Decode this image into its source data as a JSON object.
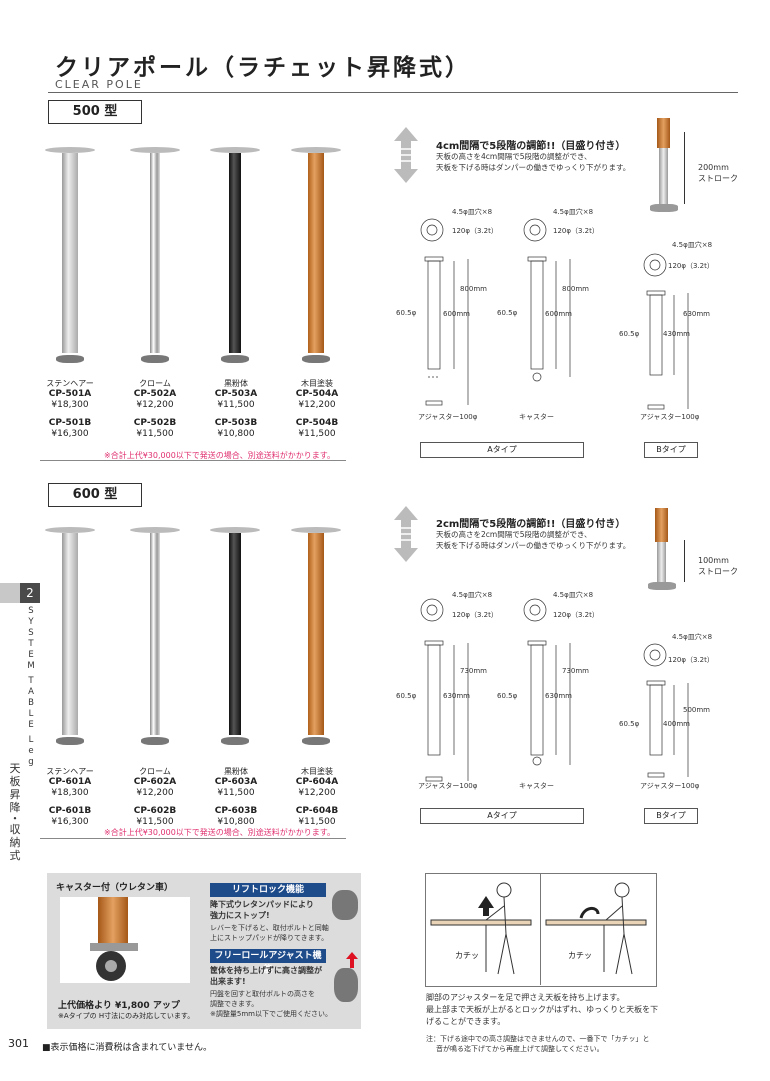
{
  "header": {
    "title": "クリアポール（ラチェット昇降式）",
    "subtitle": "CLEAR POLE"
  },
  "sections": [
    {
      "type_label": "500 型",
      "products": [
        {
          "finish": "ステンヘアー",
          "code_a": "CP-501A",
          "price_a": "¥18,300",
          "code_b": "CP-501B",
          "price_b": "¥16,300"
        },
        {
          "finish": "クローム",
          "code_a": "CP-502A",
          "price_a": "¥12,200",
          "code_b": "CP-502B",
          "price_b": "¥11,500"
        },
        {
          "finish": "黒粉体",
          "code_a": "CP-503A",
          "price_a": "¥11,500",
          "code_b": "CP-503B",
          "price_b": "¥10,800"
        },
        {
          "finish": "木目塗装",
          "code_a": "CP-504A",
          "price_a": "¥12,200",
          "code_b": "CP-504B",
          "price_b": "¥11,500"
        }
      ],
      "notice": "※合計上代¥30,000以下で発送の場合、別途送料がかかります。",
      "adjust_title": "4cm間隔で5段階の調節!!（目盛り付き）",
      "adjust_text_1": "天板の高さを4cm間隔で5段階の調整ができ、",
      "adjust_text_2": "天板を下げる時はダンパーの働きでゆっくり下がります。",
      "stroke": "200mm",
      "stroke_label": "ストローク",
      "dims": {
        "hole": "4.5φ皿穴×8",
        "plate": "120φ（3.2t）",
        "total_a": "800mm",
        "shaft_a": "600mm",
        "total_b": "630mm",
        "shaft_b": "430mm",
        "dia": "60.5φ",
        "adjuster": "アジャスター100φ",
        "caster": "キャスター"
      },
      "type_a": "Aタイプ",
      "type_b": "Bタイプ"
    },
    {
      "type_label": "600 型",
      "products": [
        {
          "finish": "ステンヘアー",
          "code_a": "CP-601A",
          "price_a": "¥18,300",
          "code_b": "CP-601B",
          "price_b": "¥16,300"
        },
        {
          "finish": "クローム",
          "code_a": "CP-602A",
          "price_a": "¥12,200",
          "code_b": "CP-602B",
          "price_b": "¥11,500"
        },
        {
          "finish": "黒粉体",
          "code_a": "CP-603A",
          "price_a": "¥11,500",
          "code_b": "CP-603B",
          "price_b": "¥10,800"
        },
        {
          "finish": "木目塗装",
          "code_a": "CP-604A",
          "price_a": "¥12,200",
          "code_b": "CP-604B",
          "price_b": "¥11,500"
        }
      ],
      "notice": "※合計上代¥30,000以下で発送の場合、別途送料がかかります。",
      "adjust_title": "2cm間隔で5段階の調節!!（目盛り付き）",
      "adjust_text_1": "天板の高さを2cm間隔で5段階の調整ができ、",
      "adjust_text_2": "天板を下げる時はダンパーの働きでゆっくり下がります。",
      "stroke": "100mm",
      "stroke_label": "ストローク",
      "dims": {
        "hole": "4.5φ皿穴×8",
        "plate": "120φ（3.2t）",
        "total_a": "730mm",
        "shaft_a": "630mm",
        "total_b": "500mm",
        "shaft_b": "400mm",
        "dia": "60.5φ",
        "adjuster": "アジャスター100φ",
        "caster": "キャスター"
      },
      "type_a": "Aタイプ",
      "type_b": "Bタイプ"
    }
  ],
  "side_tab": {
    "number": "2",
    "letters": [
      "S",
      "Y",
      "S",
      "T",
      "E",
      "M",
      "T",
      "A",
      "B",
      "L",
      "E",
      "L",
      "e",
      "g"
    ],
    "kanji": [
      "天",
      "板",
      "昇",
      "降",
      "・",
      "収",
      "納",
      "式"
    ]
  },
  "caster": {
    "heading": "キャスター付（ウレタン車）",
    "price_line": "上代価格より ¥1,800 アップ",
    "note": "※Aタイプの H寸法にのみ対応しています。",
    "lift_lock_head": "リフトロック機能",
    "lift_lock_bold_1": "降下式ウレタンパッドにより",
    "lift_lock_bold_2": "強力にストップ!",
    "lift_lock_text_1": "レバーを下げると、取付ボルトと同軸",
    "lift_lock_text_2": "上にストップパッドが降りてきます。",
    "free_roll_head": "フリーロールアジャスト機能",
    "free_roll_bold_1": "筐体を持ち上げずに高さ調整が",
    "free_roll_bold_2": "出来ます!",
    "free_roll_text_1": "円盤を回すと取付ボルトの高さを",
    "free_roll_text_2": "調整できます。",
    "free_roll_text_3": "※調整量5mm以下でご使用ください。"
  },
  "illustration": {
    "click_1": "カチッ",
    "click_2": "カチッ",
    "desc_1": "脚部のアジャスターを足で押さえ天板を持ち上げます。",
    "desc_2": "最上部まで天板が上がるとロックがはずれ、ゆっくりと天板を下",
    "desc_3": "げることができます。",
    "note_1": "注：下げる途中での高さ調整はできませんので、一番下で「カチッ」と",
    "note_2": "音が鳴る迄下げてから再度上げて調整してください。"
  },
  "footer": {
    "page": "301",
    "tax": "■表示価格に消費税は含まれていません。"
  }
}
